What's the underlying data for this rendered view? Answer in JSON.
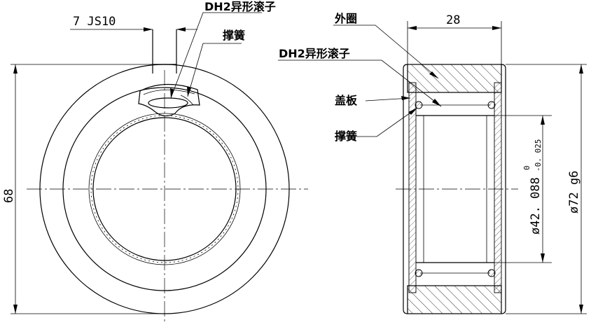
{
  "left_view": {
    "keyway_width": "7 JS10",
    "roller_callout": "DH2异形滚子",
    "spring_callout": "撑簧",
    "height_dim": "68"
  },
  "right_view": {
    "width_dim": "28",
    "outer_ring": "外圈",
    "roller_callout": "DH2异形滚子",
    "cover_plate": "盖板",
    "spring_callout": "撑簧",
    "inner_dia_main": "ø42. 088",
    "inner_dia_upper_dev": "0",
    "inner_dia_lower_dev": "-0. 025",
    "outer_dia": "ø72 g6"
  },
  "colors": {
    "line": "#000000",
    "background": "#ffffff"
  }
}
